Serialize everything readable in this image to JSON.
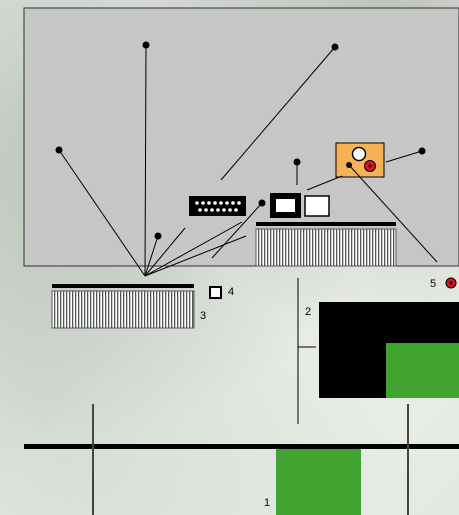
{
  "labels": {
    "l1": "1",
    "l2": "2",
    "l3": "3",
    "l4": "4",
    "l5": "5"
  },
  "colors": {
    "panel": "#c6c6c6",
    "green": "#41a330",
    "orange": "#f5b356",
    "red": "#e0101f",
    "black": "#000000"
  }
}
